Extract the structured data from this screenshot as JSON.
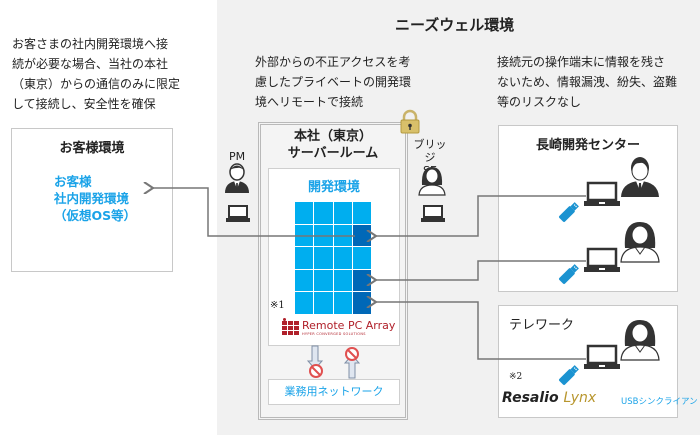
{
  "left_panel": {
    "description": [
      "お客さまの社内開発環境へ接",
      "続が必要な場合、当社の本社",
      "（東京）からの通信のみに限定",
      "して接続し、安全性を確保"
    ],
    "customer_env": {
      "title": "お客様環境",
      "lines": [
        "お客様",
        "社内開発環境",
        "（仮想OS等）"
      ]
    }
  },
  "needs_env": {
    "title": "ニーズウェル環境",
    "note_private": [
      "外部からの不正アクセスを考",
      "慮したプライベートの開発環",
      "境へリモートで接続"
    ],
    "note_risk": [
      "接続元の操作端末に情報を残さ",
      "ないため、情報漏洩、紛失、盗難",
      "等のリスクなし"
    ],
    "server_room": {
      "title_line1": "本社（東京）",
      "title_line2": "サーバールーム",
      "dev_env_label": "開発環境",
      "footnote1": "※1",
      "product": "Remote PC Array",
      "product_sub": "HYPER CONVERGED SOLUTIONS",
      "business_network": "業務用ネットワーク"
    },
    "pm_label": "PM",
    "bridge_se_label_1": "ブリッジ",
    "bridge_se_label_2": "SE",
    "nagasaki": {
      "title": "長崎開発センター"
    },
    "telework": {
      "title": "テレワーク",
      "footnote2": "※2",
      "brand_1": "Resalio",
      "brand_2": "Lynx",
      "brand_sub": "USBシンクライアント"
    }
  },
  "colors": {
    "accent_blue": "#1aa3e8",
    "grid_light": "#00aeef",
    "grid_dark": "#0068b7",
    "rpca_red": "#b0202a",
    "lynx_gold": "#b8962e",
    "usb_blue": "#1b93d1"
  }
}
